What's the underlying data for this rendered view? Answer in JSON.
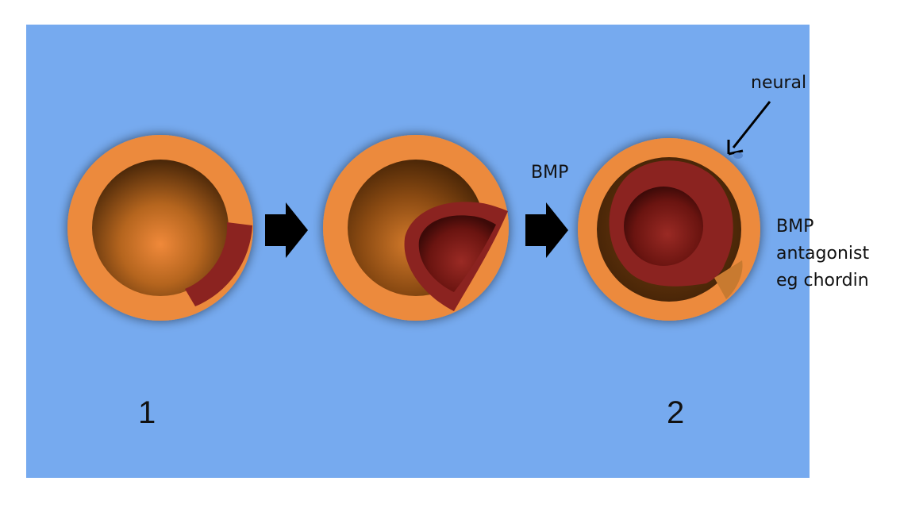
{
  "colors": {
    "background": "#76aaef",
    "outer_ring": "#ec8a3d",
    "inner_brown": "#b8651c",
    "dark_red": "#8b2320",
    "arrow": "#000000"
  },
  "labels": {
    "neural": "neural",
    "bmp_top": "BMP",
    "bmp_antagonist_line1": "BMP",
    "bmp_antagonist_line2": "antagonist",
    "bmp_antagonist_line3": "eg chordin",
    "stage1": "1",
    "stage2": "2"
  }
}
